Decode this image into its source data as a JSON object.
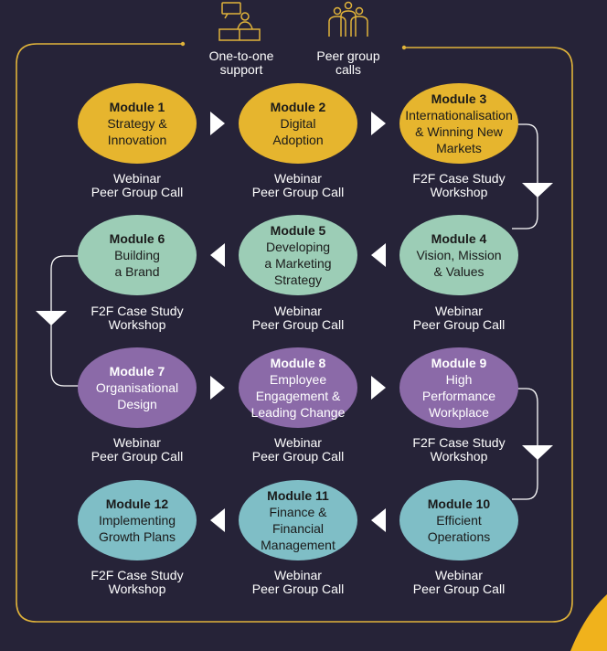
{
  "header": {
    "items": [
      {
        "label_line1": "One-to-one",
        "label_line2": "support",
        "icon": "presenter-desk-icon"
      },
      {
        "label_line1": "Peer group",
        "label_line2": "calls",
        "icon": "group-people-icon"
      }
    ]
  },
  "colors": {
    "background": "#262338",
    "frame": "#e0b33a",
    "yellow": "#e6b52e",
    "green": "#9ccdb6",
    "purple": "#8b6aa8",
    "teal": "#7fbec6",
    "arrow": "#ffffff"
  },
  "modules": [
    {
      "title": "Module 1",
      "lines": [
        "Strategy &",
        "Innovation"
      ],
      "caption": [
        "Webinar",
        "Peer Group Call"
      ]
    },
    {
      "title": "Module 2",
      "lines": [
        "Digital",
        "Adoption"
      ],
      "caption": [
        "Webinar",
        "Peer Group Call"
      ]
    },
    {
      "title": "Module 3",
      "lines": [
        "Internationalisation",
        "& Winning New",
        "Markets"
      ],
      "caption": [
        "F2F Case Study",
        "Workshop"
      ]
    },
    {
      "title": "Module 4",
      "lines": [
        "Vision, Mission",
        "& Values"
      ],
      "caption": [
        "Webinar",
        "Peer Group Call"
      ]
    },
    {
      "title": "Module 5",
      "lines": [
        "Developing",
        "a Marketing",
        "Strategy"
      ],
      "caption": [
        "Webinar",
        "Peer Group Call"
      ]
    },
    {
      "title": "Module 6",
      "lines": [
        "Building",
        "a Brand"
      ],
      "caption": [
        "F2F Case Study",
        "Workshop"
      ]
    },
    {
      "title": "Module 7",
      "lines": [
        "Organisational",
        "Design"
      ],
      "caption": [
        "Webinar",
        "Peer Group Call"
      ]
    },
    {
      "title": "Module 8",
      "lines": [
        "Employee",
        "Engagement &",
        "Leading Change"
      ],
      "caption": [
        "Webinar",
        "Peer Group Call"
      ]
    },
    {
      "title": "Module 9",
      "lines": [
        "High",
        "Performance",
        "Workplace"
      ],
      "caption": [
        "F2F Case Study",
        "Workshop"
      ]
    },
    {
      "title": "Module 10",
      "lines": [
        "Efficient",
        "Operations"
      ],
      "caption": [
        "Webinar",
        "Peer Group Call"
      ]
    },
    {
      "title": "Module 11",
      "lines": [
        "Finance &",
        "Financial",
        "Management"
      ],
      "caption": [
        "Webinar",
        "Peer Group Call"
      ]
    },
    {
      "title": "Module 12",
      "lines": [
        "Implementing",
        "Growth Plans"
      ],
      "caption": [
        "F2F Case Study",
        "Workshop"
      ]
    }
  ]
}
